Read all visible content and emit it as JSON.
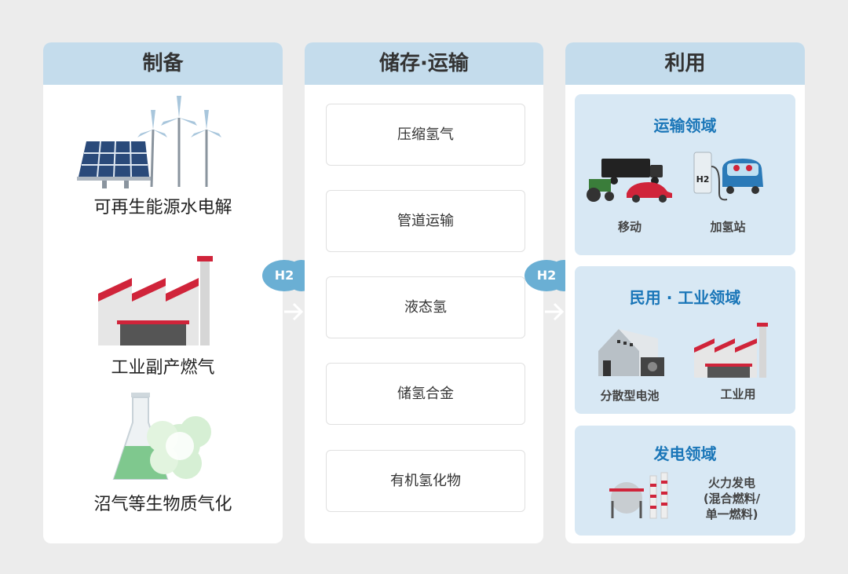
{
  "columns": {
    "production": {
      "title": "制备"
    },
    "storage": {
      "title": "储存·运输"
    },
    "utilization": {
      "title": "利用"
    }
  },
  "production_items": [
    {
      "label": "可再生能源水电解"
    },
    {
      "label": "工业副产燃气"
    },
    {
      "label": "沼气等生物质气化"
    }
  ],
  "storage_items": [
    {
      "label": "压缩氢气"
    },
    {
      "label": "管道运输"
    },
    {
      "label": "液态氢"
    },
    {
      "label": "储氢合金"
    },
    {
      "label": "有机氢化物"
    }
  ],
  "badges": {
    "h2": "H2"
  },
  "utilization": {
    "transport": {
      "title": "运输领域",
      "items": [
        {
          "label": "移动"
        },
        {
          "label": "加氢站"
        }
      ],
      "station_sign": "H2"
    },
    "civil": {
      "title": "民用 · 工业领域",
      "items": [
        {
          "label": "分散型电池"
        },
        {
          "label": "工业用"
        }
      ]
    },
    "power": {
      "title": "发电领域",
      "line1": "火力发电",
      "line2": "(混合燃料/",
      "line3": "单一燃料)"
    }
  },
  "colors": {
    "header": "#c4dcec",
    "accent_blue": "#1a76b8",
    "panel": "#d8e8f4",
    "factory_red": "#d0243a",
    "badge": "#6aafd4"
  }
}
